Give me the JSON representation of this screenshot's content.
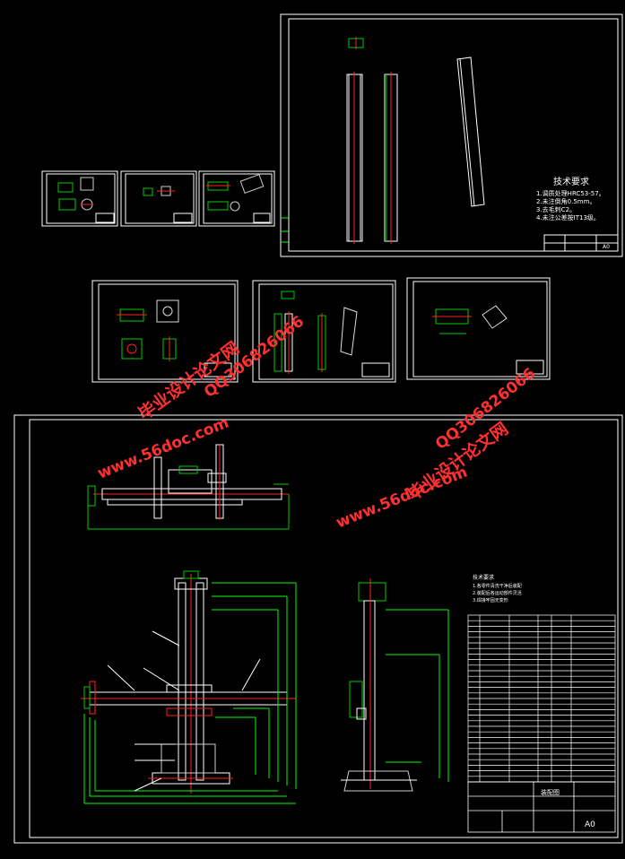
{
  "watermark": {
    "site": "www.56doc.com",
    "name": "毕业设计论文网",
    "qq": "QQ306826066"
  },
  "sheet_tech": {
    "title": "技术要求",
    "items": [
      "1.调质处理HRC53-57。",
      "2.未注倒角0.5mm。",
      "3.去毛刺C2。",
      "4.未注公差按IT13级。"
    ],
    "scale_label": "A0"
  },
  "assembly": {
    "sheet_size": "A0",
    "title_block_label": "装配图",
    "notes_title": "技术要求",
    "notes": [
      "1.各零件清洗干净后装配",
      "2.装配后各运动部件灵活",
      "3.焊接牢固无变形"
    ]
  },
  "colors": {
    "frame": "#ffffff",
    "outline_green": "#00c800",
    "centerline_red": "#ff2020",
    "leader_green": "#00ff00",
    "text_cyan": "#00ffff"
  }
}
